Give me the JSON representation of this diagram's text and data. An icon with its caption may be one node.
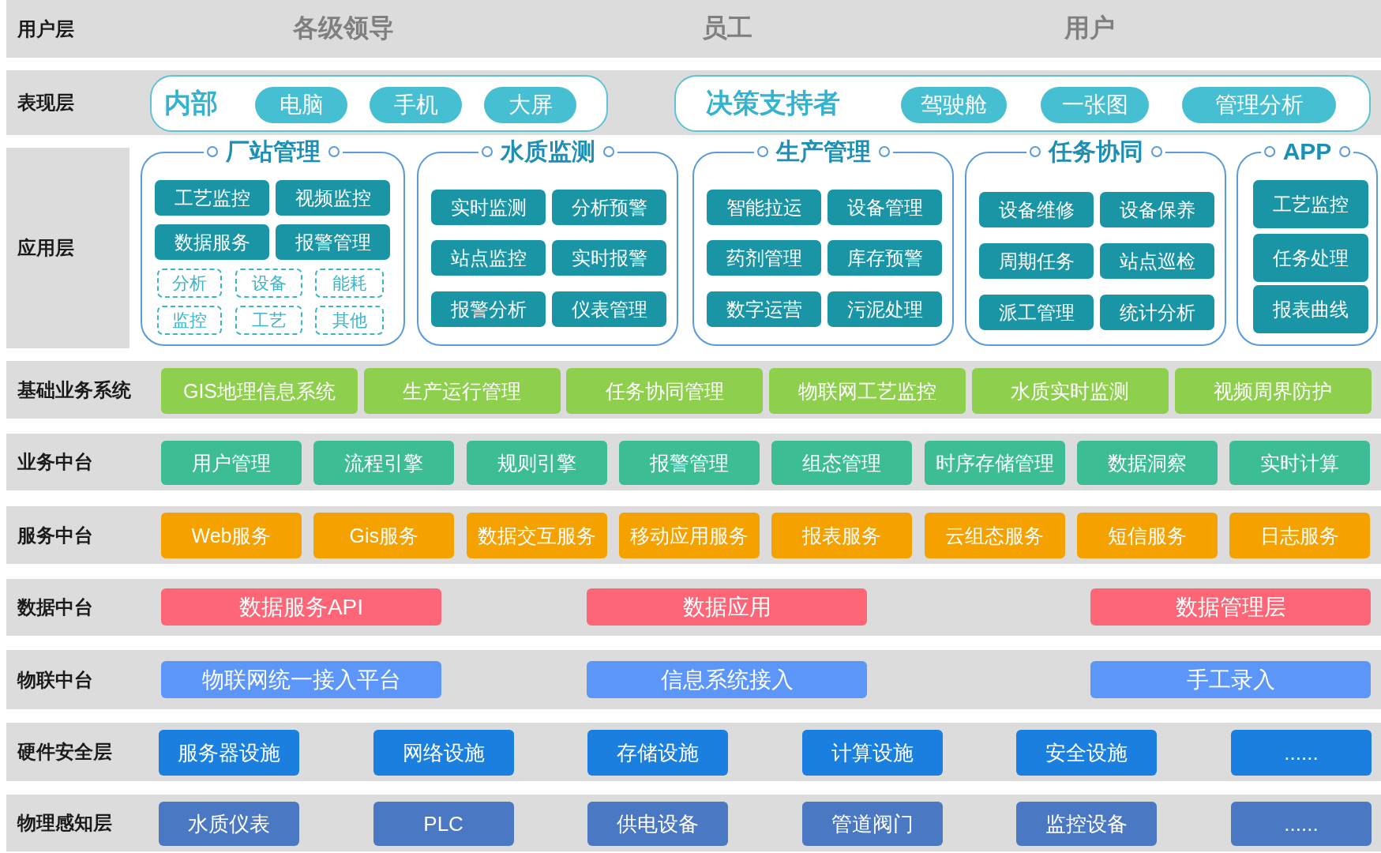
{
  "diagram": {
    "nodes": [
      {
        "text": [
          "用户层"
        ]
      },
      {
        "text": [
          "表现层"
        ]
      },
      {
        "text": [
          "内部"
        ],
        "in": 1
      },
      {
        "text": [
          "电脑"
        ],
        "in": 2
      },
      {
        "text": [
          "手机"
        ],
        "in": 2
      },
      {
        "text": [
          "大屏"
        ],
        "in": 2
      },
      {
        "text": [
          "决策支持者"
        ],
        "in": 1
      },
      {
        "text": [
          "驾驶舱"
        ],
        "in": 6
      },
      {
        "text": [
          "一张图"
        ],
        "in": 6
      },
      {
        "text": [
          "管理分析"
        ],
        "in": 6
      },
      {
        "text": [
          "应用层"
        ]
      },
      {
        "text": [
          "厂站管理"
        ]
      },
      {
        "text": [
          "工艺监控"
        ],
        "in": 11
      },
      {
        "text": [
          "视频监控"
        ],
        "in": 11
      },
      {
        "text": [
          "数据服务"
        ],
        "in": 11
      },
      {
        "text": [
          "报警管理"
        ],
        "in": 11
      },
      {
        "text": [
          "分析"
        ],
        "in": 11
      },
      {
        "text": [
          "设备"
        ],
        "in": 11
      },
      {
        "text": [
          "能耗"
        ],
        "in": 11
      },
      {
        "text": [
          "监控"
        ],
        "in": 11
      },
      {
        "text": [
          "工艺"
        ],
        "in": 11
      },
      {
        "text": [
          "其他"
        ],
        "in": 11
      },
      {
        "text": [
          "水质监测"
        ]
      },
      {
        "text": [
          "实时监测"
        ],
        "in": 22
      },
      {
        "text": [
          "分析预警"
        ],
        "in": 22
      },
      {
        "text": [
          "站点监控"
        ],
        "in": 22
      },
      {
        "text": [
          "实时报警"
        ],
        "in": 22
      },
      {
        "text": [
          "报警分析"
        ],
        "in": 22
      },
      {
        "text": [
          "仪表管理"
        ],
        "in": 22
      },
      {
        "text": [
          "生产管理"
        ]
      },
      {
        "text": [
          "智能拉运"
        ],
        "in": 29
      },
      {
        "text": [
          "设备管理"
        ],
        "in": 29
      },
      {
        "text": [
          "药剂管理"
        ],
        "in": 29
      },
      {
        "text": [
          "库存预警"
        ],
        "in": 29
      },
      {
        "text": [
          "数字运营"
        ],
        "in": 29
      },
      {
        "text": [
          "污泥处理"
        ],
        "in": 29
      },
      {
        "text": [
          "任务协同"
        ]
      },
      {
        "text": [
          "设备维修"
        ],
        "in": 36
      },
      {
        "text": [
          "设备保养"
        ],
        "in": 36
      },
      {
        "text": [
          "周期任务"
        ],
        "in": 36
      },
      {
        "text": [
          "站点巡检"
        ],
        "in": 36
      },
      {
        "text": [
          "派工管理"
        ],
        "in": 36
      },
      {
        "text": [
          "统计分析"
        ],
        "in": 36
      },
      {
        "text": [
          "APP"
        ]
      },
      {
        "text": [
          "工艺监控"
        ],
        "in": 43
      },
      {
        "text": [
          "任务处理"
        ],
        "in": 43
      },
      {
        "text": [
          "报表曲线"
        ],
        "in": 43
      },
      {
        "text": [
          "基础业务系统"
        ]
      },
      {
        "text": [
          "GIS地理信息系统"
        ],
        "in": 47
      },
      {
        "text": [
          "生产运行管理"
        ],
        "in": 47
      },
      {
        "text": [
          "任务协同管理"
        ],
        "in": 47
      },
      {
        "text": [
          "物联网工艺监控"
        ],
        "in": 47
      },
      {
        "text": [
          "水质实时监测"
        ],
        "in": 47
      },
      {
        "text": [
          "视频周界防护"
        ],
        "in": 47
      },
      {
        "text": [
          "业务中台"
        ]
      },
      {
        "text": [
          "用户管理"
        ],
        "in": 54
      },
      {
        "text": [
          "流程引擎"
        ],
        "in": 54
      },
      {
        "text": [
          "规则引擎"
        ],
        "in": 54
      },
      {
        "text": [
          "报警管理"
        ],
        "in": 54
      },
      {
        "text": [
          "组态管理"
        ],
        "in": 54
      },
      {
        "text": [
          "时序存储管理"
        ],
        "in": 54
      },
      {
        "text": [
          "数据洞察"
        ],
        "in": 54
      },
      {
        "text": [
          "实时计算"
        ],
        "in": 54
      },
      {
        "text": [
          "服务中台"
        ]
      },
      {
        "text": [
          "Web服务"
        ],
        "in": 63
      },
      {
        "text": [
          "Gis服务"
        ],
        "in": 63
      },
      {
        "text": [
          "数据交互服务"
        ],
        "in": 63
      },
      {
        "text": [
          "移动应用服务"
        ],
        "in": 63
      },
      {
        "text": [
          "报表服务"
        ],
        "in": 63
      },
      {
        "text": [
          "云组态服务"
        ],
        "in": 63
      },
      {
        "text": [
          "短信服务"
        ],
        "in": 63
      },
      {
        "text": [
          "日志服务"
        ],
        "in": 63
      },
      {
        "text": [
          "数据中台"
        ]
      },
      {
        "text": [
          "数据服务API"
        ],
        "in": 72
      },
      {
        "text": [
          "数据应用"
        ],
        "in": 72
      },
      {
        "text": [
          "数据管理层"
        ],
        "in": 72
      },
      {
        "text": [
          "物联中台"
        ]
      },
      {
        "text": [
          "物联网统一接入平台"
        ],
        "in": 76
      },
      {
        "text": [
          "信息系统接入"
        ],
        "in": 76
      },
      {
        "text": [
          "手工录入"
        ],
        "in": 76
      },
      {
        "text": [
          "硬件安全层"
        ]
      },
      {
        "text": [
          "服务器设施"
        ],
        "in": 80
      },
      {
        "text": [
          "网络设施"
        ],
        "in": 80
      },
      {
        "text": [
          "存储设施"
        ],
        "in": 80
      },
      {
        "text": [
          "计算设施"
        ],
        "in": 80
      },
      {
        "text": [
          "安全设施"
        ],
        "in": 80
      },
      {
        "text": [
          "......"
        ],
        "in": 80
      },
      {
        "text": [
          "物理感知层"
        ]
      },
      {
        "text": [
          "水质仪表"
        ],
        "in": 87
      },
      {
        "text": [
          "PLC"
        ],
        "in": 87
      },
      {
        "text": [
          "供电设备"
        ],
        "in": 87
      },
      {
        "text": [
          "管道阀门"
        ],
        "in": 87
      },
      {
        "text": [
          "监控设备"
        ],
        "in": 87
      },
      {
        "text": [
          "......"
        ],
        "in": 87
      }
    ],
    "labels": [
      "各级领导",
      "员工",
      "用户"
    ]
  }
}
